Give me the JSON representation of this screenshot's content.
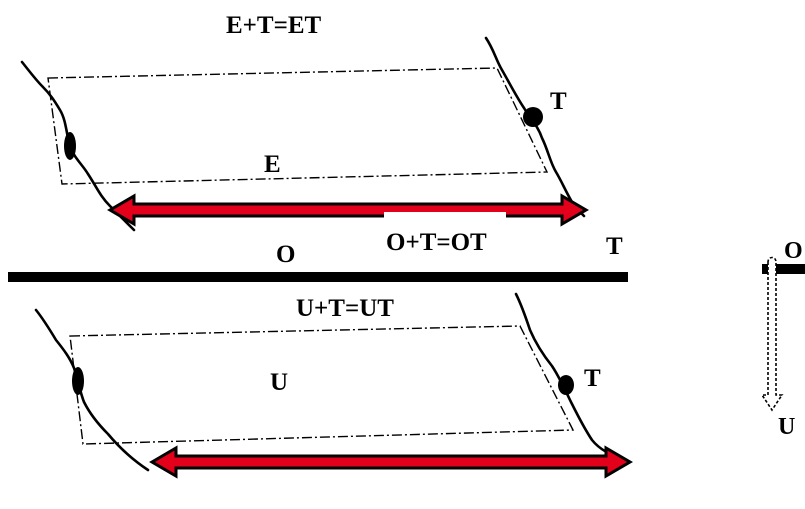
{
  "labels": {
    "et_eq": "E+T=ET",
    "t_top": "T",
    "e": "E",
    "ot_eq": "O+T=OT",
    "o": "O",
    "t_mid": "T",
    "ut_eq": "U+T=UT",
    "u": "U",
    "t_bottom": "T",
    "side_o": "O",
    "side_u": "U"
  },
  "colors": {
    "arrow_fill": "#e3001b",
    "line": "#000000",
    "background": "#ffffff"
  }
}
